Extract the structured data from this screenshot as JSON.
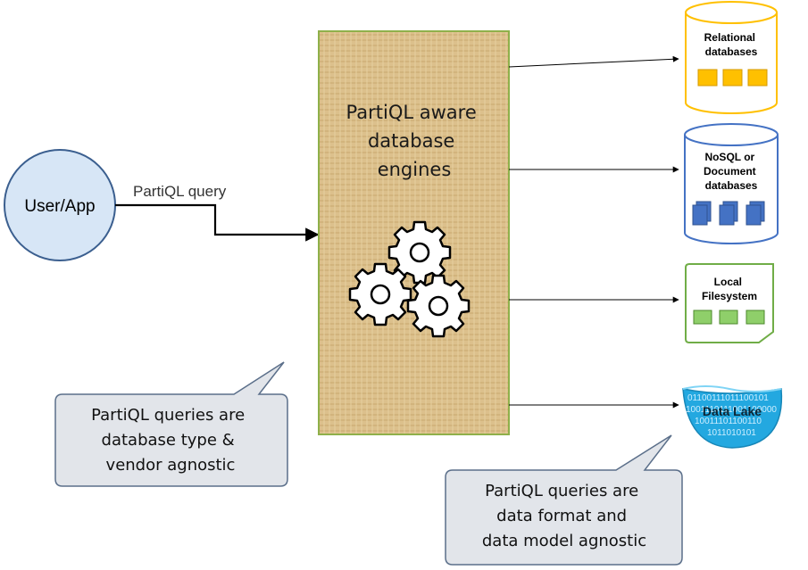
{
  "user": {
    "label": "User/App"
  },
  "query_label": "PartiQL query",
  "engine": {
    "lines": [
      "PartiQL aware",
      "database",
      "engines"
    ]
  },
  "targets": {
    "relational": {
      "lines": [
        "Relational",
        "databases"
      ]
    },
    "nosql": {
      "lines": [
        "NoSQL or",
        "Document",
        "databases"
      ]
    },
    "filesystem": {
      "lines": [
        "Local",
        "Filesystem"
      ]
    },
    "datalake": {
      "label": "Data Lake",
      "bits": [
        "01100111011100101",
        "1001110111001100000",
        "10011101100110",
        "1011010101"
      ]
    }
  },
  "callouts": {
    "left": {
      "lines": [
        "PartiQL queries are",
        "database type &",
        "vendor agnostic"
      ]
    },
    "right": {
      "lines": [
        "PartiQL queries are",
        "data format and",
        "data model agnostic"
      ]
    }
  },
  "colors": {
    "engine_fill": "#dcc08c",
    "engine_border": "#8fb04a",
    "user_fill": "#d7e6f6",
    "relational": "#ffc000",
    "nosql": "#4472c4",
    "filesystem": "#70ad47",
    "datalake": "#23a8e0",
    "callout_fill": "#e2e5ea",
    "callout_border": "#5b6f8a"
  }
}
